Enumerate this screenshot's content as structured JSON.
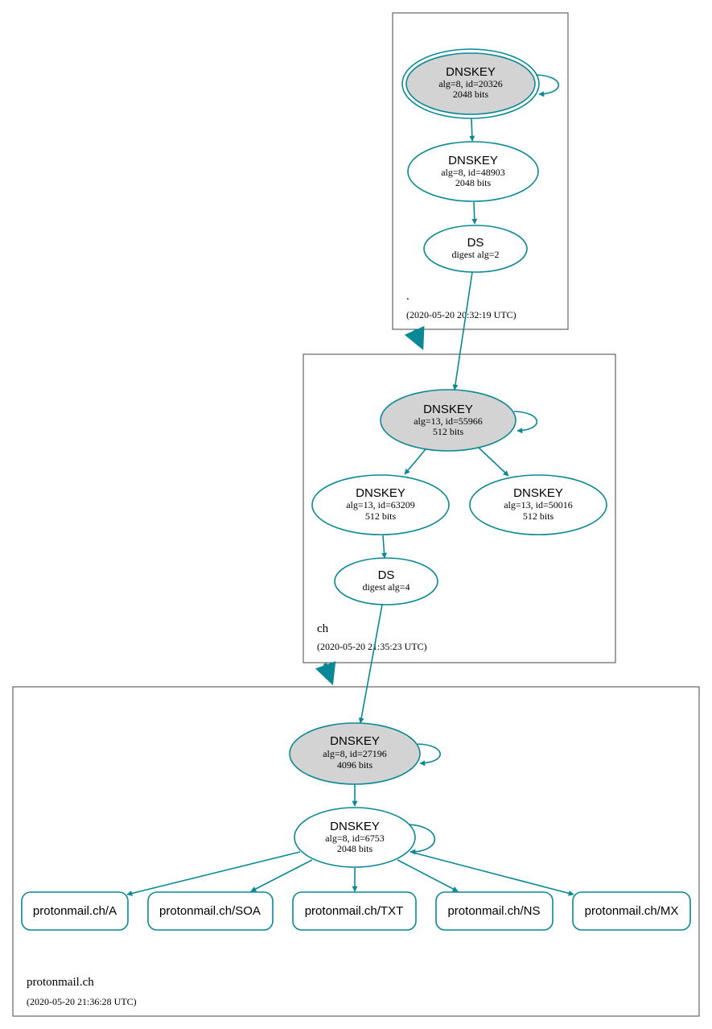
{
  "colors": {
    "edge": "#0a8896",
    "ksk_fill": "#d3d3d3",
    "box_border": "#444444"
  },
  "zones": {
    "root": {
      "name": ".",
      "timestamp": "(2020-05-20 20:32:19 UTC)"
    },
    "ch": {
      "name": "ch",
      "timestamp": "(2020-05-20 21:35:23 UTC)"
    },
    "protonmail": {
      "name": "protonmail.ch",
      "timestamp": "(2020-05-20 21:36:28 UTC)"
    }
  },
  "nodes": {
    "root_ksk": {
      "title": "DNSKEY",
      "line1": "alg=8, id=20326",
      "line2": "2048 bits"
    },
    "root_zsk": {
      "title": "DNSKEY",
      "line1": "alg=8, id=48903",
      "line2": "2048 bits"
    },
    "root_ds": {
      "title": "DS",
      "line1": "digest alg=2"
    },
    "ch_ksk": {
      "title": "DNSKEY",
      "line1": "alg=13, id=55966",
      "line2": "512 bits"
    },
    "ch_zsk1": {
      "title": "DNSKEY",
      "line1": "alg=13, id=63209",
      "line2": "512 bits"
    },
    "ch_zsk2": {
      "title": "DNSKEY",
      "line1": "alg=13, id=50016",
      "line2": "512 bits"
    },
    "ch_ds": {
      "title": "DS",
      "line1": "digest alg=4"
    },
    "pm_ksk": {
      "title": "DNSKEY",
      "line1": "alg=8, id=27196",
      "line2": "4096 bits"
    },
    "pm_zsk": {
      "title": "DNSKEY",
      "line1": "alg=8, id=6753",
      "line2": "2048 bits"
    }
  },
  "records": {
    "a": "protonmail.ch/A",
    "soa": "protonmail.ch/SOA",
    "txt": "protonmail.ch/TXT",
    "ns": "protonmail.ch/NS",
    "mx": "protonmail.ch/MX"
  }
}
